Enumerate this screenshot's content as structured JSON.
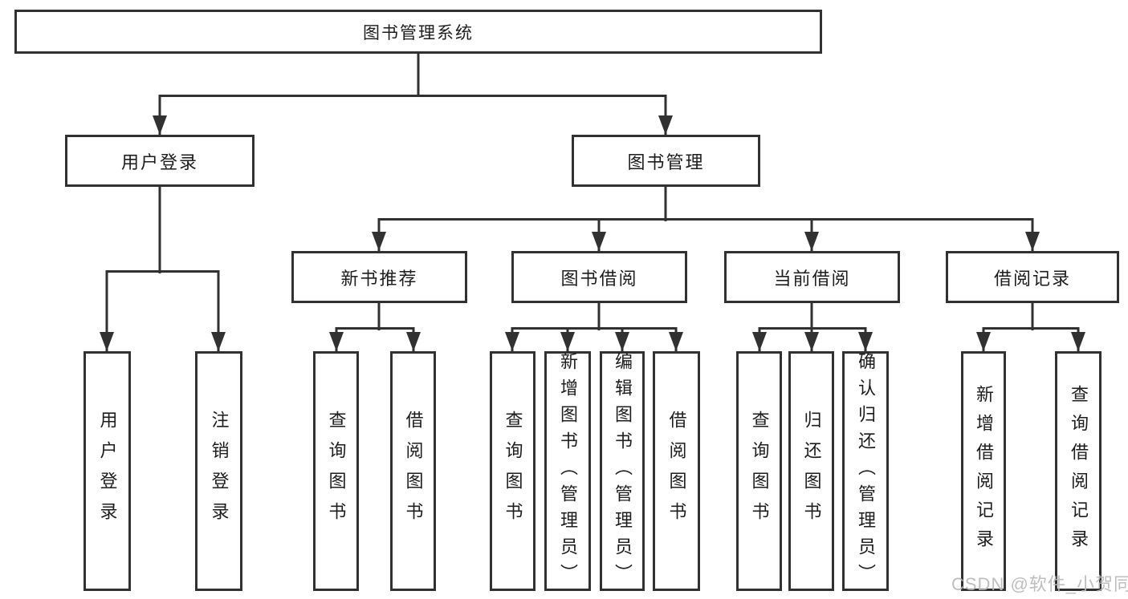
{
  "diagram": {
    "root": {
      "label": "图书管理系统"
    },
    "branches": [
      {
        "label": "用户登录",
        "children": [
          {
            "label": "用户登录"
          },
          {
            "label": "注销登录"
          }
        ]
      },
      {
        "label": "图书管理",
        "children": [
          {
            "label": "新书推荐",
            "children": [
              {
                "label": "查询图书"
              },
              {
                "label": "借阅图书"
              }
            ]
          },
          {
            "label": "图书借阅",
            "children": [
              {
                "label": "查询图书"
              },
              {
                "label": "新增图书（管理员）"
              },
              {
                "label": "编辑图书（管理员）"
              },
              {
                "label": "借阅图书"
              }
            ]
          },
          {
            "label": "当前借阅",
            "children": [
              {
                "label": "查询图书"
              },
              {
                "label": "归还图书"
              },
              {
                "label": "确认归还（管理员）"
              }
            ]
          },
          {
            "label": "借阅记录",
            "children": [
              {
                "label": "新增借阅记录"
              },
              {
                "label": "查询借阅记录"
              }
            ]
          }
        ]
      }
    ]
  },
  "watermark": {
    "text": "CSDN @软件_小贺同学"
  },
  "colors": {
    "background": "#ffffff",
    "line": "#313131",
    "text": "#1d1d1d",
    "watermark": "#b9b9b9"
  }
}
